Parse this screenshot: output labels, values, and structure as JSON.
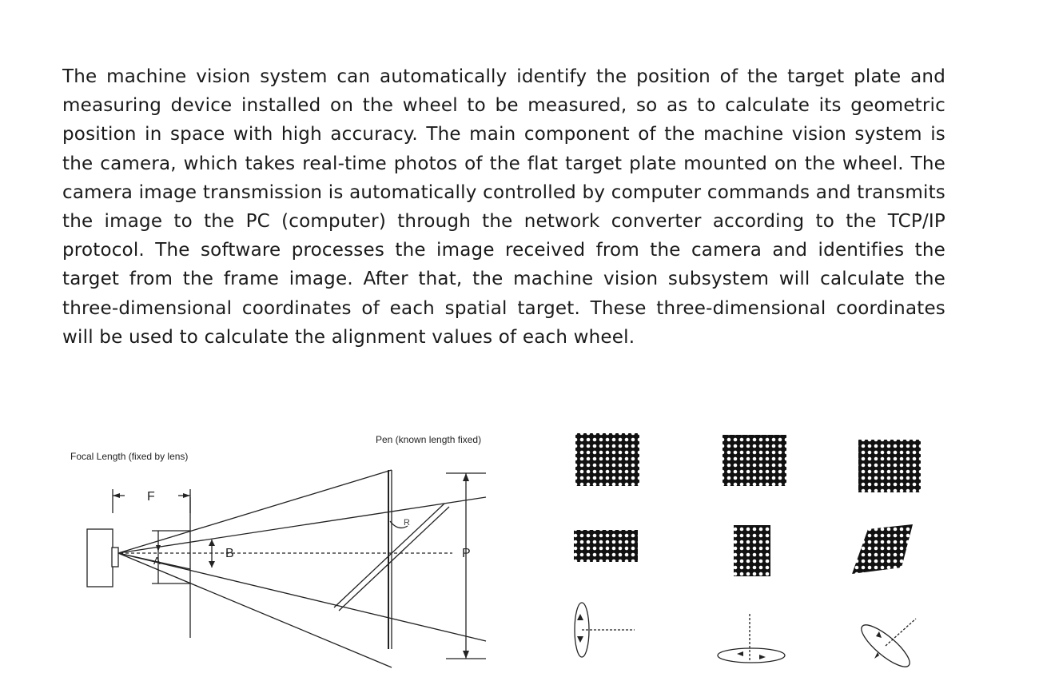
{
  "paragraph": "The machine vision system can automatically identify the position of the target plate and measuring device installed on the wheel to be measured, so as to calculate its geometric position in space with high accuracy.  The main component of the machine vision system is the camera, which takes real-time photos of the flat target plate mounted on the wheel. The camera image transmission is automatically controlled by computer commands and transmits the image to the PC (computer) through the network converter according to the TCP/IP protocol.  The software processes the image received from the camera and identifies the target from the frame image.  After that, the machine vision subsystem will calculate the three-dimensional coordinates of each spatial target.  These three-dimensional coordinates will be used to calculate the alignment values of each wheel.",
  "diagram": {
    "focal_length_label": "Focal Length (fixed by lens)",
    "pen_label": "Pen (known length fixed)",
    "label_f": "F",
    "label_a": "A",
    "label_b": "B",
    "label_r": "R",
    "label_p": "P"
  }
}
